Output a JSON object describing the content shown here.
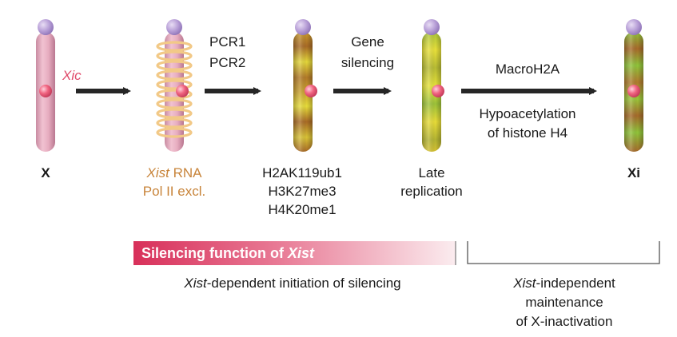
{
  "stages": {
    "x": {
      "label": "X",
      "locus_label": "Xic"
    },
    "xist_coat": {
      "line1_italic": "Xist",
      "line1_rest": " RNA",
      "line2": "Pol II excl."
    },
    "marked": {
      "marks": [
        "H2AK119ub1",
        "H3K27me3",
        "H4K20me1"
      ]
    },
    "late": {
      "line1": "Late",
      "line2": "replication"
    },
    "xi": {
      "label": "Xi"
    }
  },
  "arrows": {
    "a2": {
      "lines": [
        "PCR1",
        "PCR2"
      ]
    },
    "a3": {
      "lines": [
        "Gene",
        "silencing"
      ]
    },
    "a4": {
      "top": "MacroH2A",
      "bottom_lines": [
        "Hypoacetylation",
        "of histone H4"
      ]
    }
  },
  "phases": {
    "initiation": {
      "bar_text": "Silencing function of ",
      "bar_text_italic": "Xist",
      "caption_italic": "Xist",
      "caption_rest": "-dependent initiation of silencing"
    },
    "maintenance": {
      "caption_line1_italic": "Xist",
      "caption_line1_rest": "-independent",
      "caption_line2": "maintenance",
      "caption_line3": "of X-inactivation"
    }
  },
  "colors": {
    "chromosome_pink": "#e4a7bb",
    "centromere": "#f06480",
    "telomere_cap": "#b9a1d8",
    "xist_coils": "#f2c987",
    "silenced_yellow": "#e8e030",
    "silenced_brown": "#a66a2a",
    "silenced_green": "#8fc43a",
    "initiation_bar": "#d83a62",
    "xic_label": "#e04a6a",
    "orange_label": "#c8843a"
  }
}
